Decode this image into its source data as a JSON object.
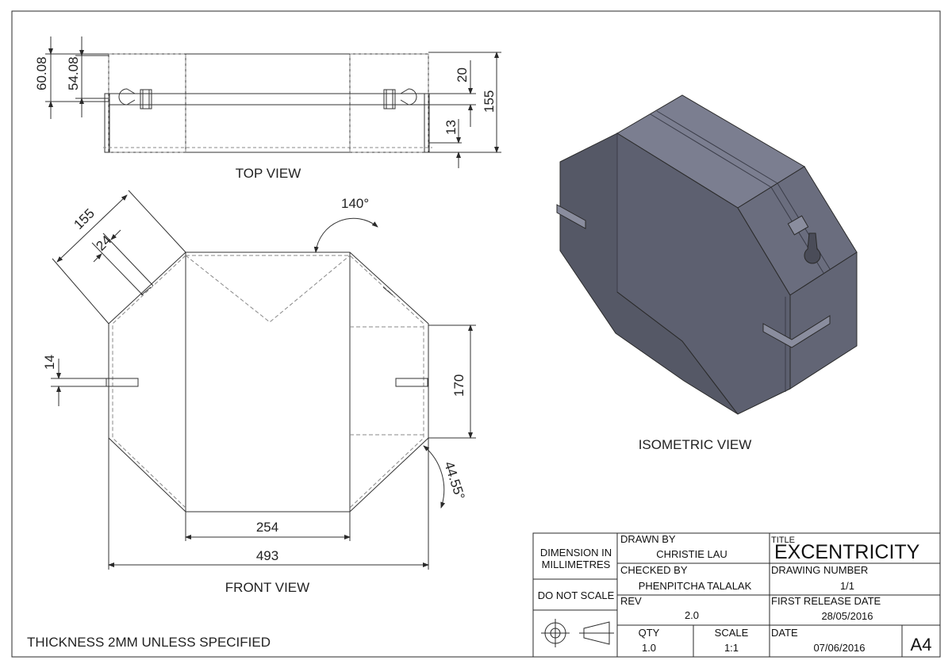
{
  "views": {
    "top_label": "TOP VIEW",
    "front_label": "FRONT VIEW",
    "iso_label": "ISOMETRIC VIEW"
  },
  "dimensions": {
    "top_60_08": "60.08",
    "top_54_08": "54.08",
    "top_20": "20",
    "top_13": "13",
    "top_155": "155",
    "front_155": "155",
    "front_24": "24",
    "front_140": "140°",
    "front_14": "14",
    "front_170": "170",
    "front_44_55": "44.55°",
    "front_254": "254",
    "front_493": "493"
  },
  "note": "THICKNESS 2MM UNLESS SPECIFIED",
  "title_block": {
    "dimension_line1": "DIMENSION IN",
    "dimension_line2": "MILLIMETRES",
    "do_not_scale": "DO NOT SCALE",
    "drawn_by_label": "DRAWN BY",
    "drawn_by": "CHRISTIE  LAU",
    "checked_by_label": "CHECKED BY",
    "checked_by": "PHENPITCHA TALALAK",
    "rev_label": "REV",
    "rev": "2.0",
    "qty_label": "QTY",
    "qty": "1.0",
    "scale_label": "SCALE",
    "scale": "1:1",
    "title_label": "TITLE",
    "title": "EXCENTRICITY",
    "drawing_number_label": "DRAWING NUMBER",
    "drawing_number": "1/1",
    "first_release_label": "FIRST RELEASE DATE",
    "first_release": "28/05/2016",
    "date_label": "DATE",
    "date": "07/06/2016",
    "sheet_size": "A4"
  },
  "colors": {
    "line": "#2a2a2a",
    "iso_front": "#555866",
    "iso_top": "#7b7e90",
    "iso_right": "#6a6d7e"
  }
}
